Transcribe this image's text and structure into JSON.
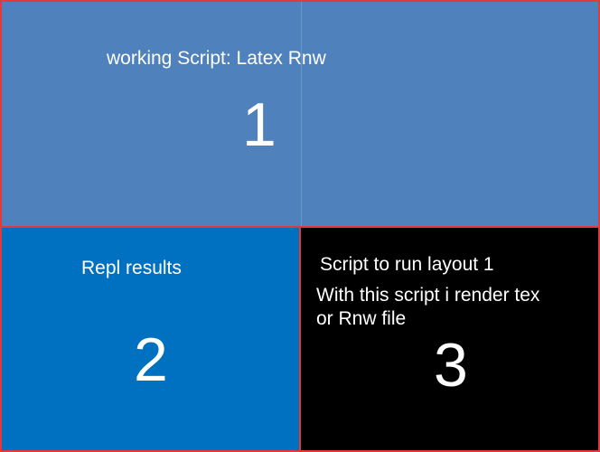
{
  "panels": [
    {
      "title": "working Script: Latex Rnw",
      "number": "1",
      "color": "#4f81bd"
    },
    {
      "title": "Repl results",
      "number": "2",
      "color": "#0070c0"
    },
    {
      "title": "Script to run layout 1",
      "subtitle": "With this script i render tex or Rnw file",
      "number": "3",
      "color": "#000000"
    }
  ],
  "border_color": "#e03a3a"
}
